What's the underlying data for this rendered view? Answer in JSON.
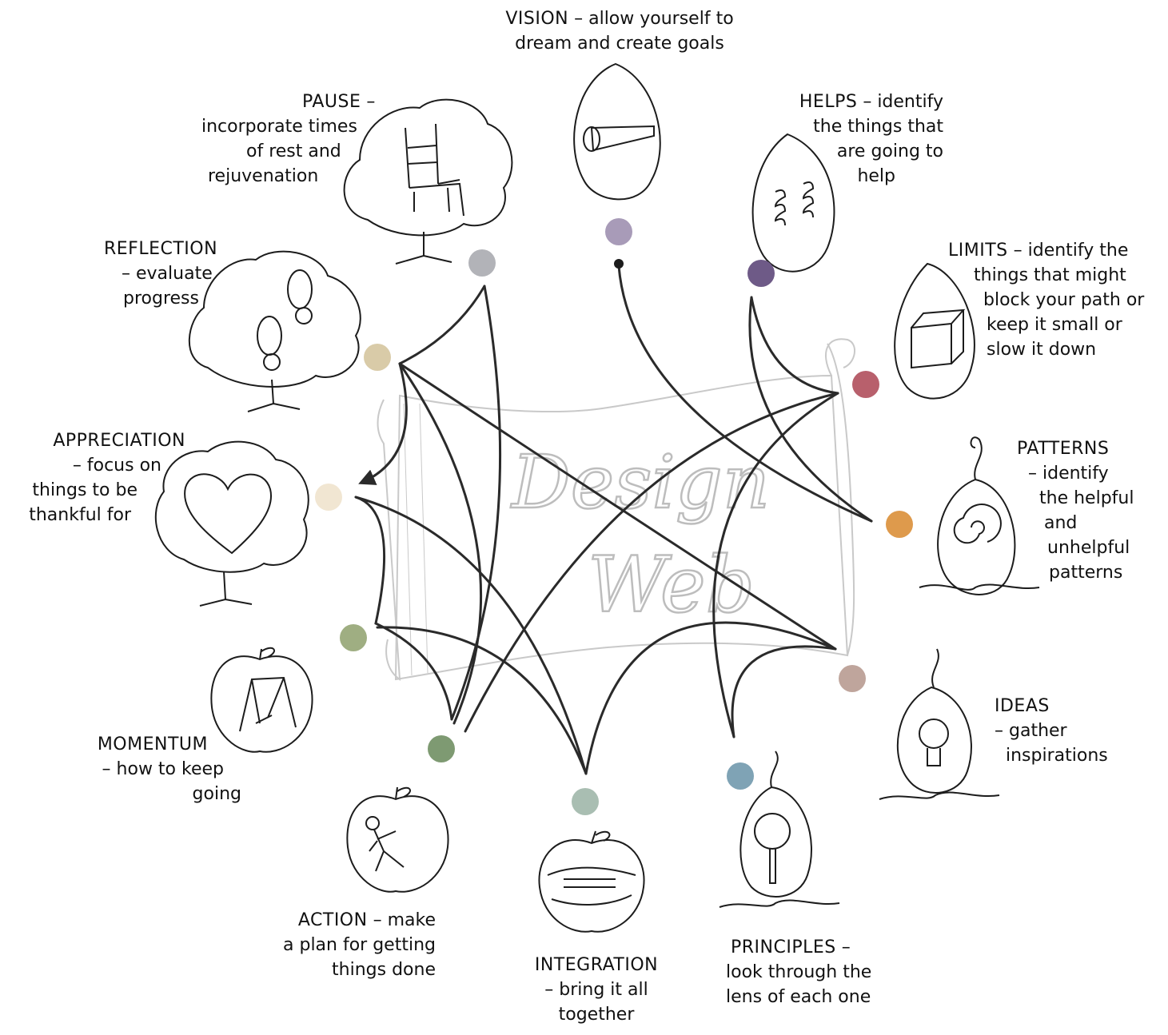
{
  "center": {
    "title_line1": "Design",
    "title_line2": "Web"
  },
  "nodes": [
    {
      "id": "vision",
      "color": "#a89bb8",
      "heading": "VISION",
      "lines": [
        "– allow yourself to",
        "dream and create goals"
      ],
      "icon": "telescope-icon"
    },
    {
      "id": "helps",
      "color": "#6e5a87",
      "heading": "HELPS",
      "lines": [
        "– identify",
        "the things that",
        "are going to",
        "help"
      ],
      "icon": "springs-icon"
    },
    {
      "id": "limits",
      "color": "#b8606c",
      "heading": "LIMITS",
      "lines": [
        "– identify the",
        "things that might",
        "block your path or",
        "keep it small or",
        "slow it down"
      ],
      "icon": "block-icon"
    },
    {
      "id": "patterns",
      "color": "#de9a4c",
      "heading": "PATTERNS",
      "lines": [
        "– identify",
        "the helpful",
        "and",
        "unhelpful",
        "patterns"
      ],
      "icon": "spiral-icon"
    },
    {
      "id": "ideas",
      "color": "#bfa59c",
      "heading": "IDEAS",
      "lines": [
        "– gather",
        "inspirations"
      ],
      "icon": "lightbulb-icon"
    },
    {
      "id": "principles",
      "color": "#7fa3b5",
      "heading": "PRINCIPLES",
      "lines": [
        "–",
        "look through the",
        "lens of each one"
      ],
      "icon": "magnifier-icon"
    },
    {
      "id": "integration",
      "color": "#a9beb2",
      "heading": "INTEGRATION",
      "lines": [
        "– bring it all",
        "together"
      ],
      "icon": "hands-icon"
    },
    {
      "id": "action",
      "color": "#7e9a72",
      "heading": "ACTION",
      "lines": [
        "– make",
        "a plan for getting",
        "things done"
      ],
      "icon": "running-figure-icon"
    },
    {
      "id": "momentum",
      "color": "#9fae82",
      "heading": "MOMENTUM",
      "lines": [
        "– how to keep",
        "going"
      ],
      "icon": "swing-icon"
    },
    {
      "id": "appreciation",
      "color": "#f1e6d2",
      "heading": "APPRECIATION",
      "lines": [
        "– focus on",
        "things to be",
        "thankful for"
      ],
      "icon": "heart-icon"
    },
    {
      "id": "reflection",
      "color": "#d9cba8",
      "heading": "REFLECTION",
      "lines": [
        "– evaluate",
        "progress"
      ],
      "icon": "footprints-icon"
    },
    {
      "id": "pause",
      "color": "#b2b3b8",
      "heading": "PAUSE",
      "lines": [
        "–",
        "incorporate times",
        "of rest and",
        "rejuvenation"
      ],
      "icon": "chair-icon"
    }
  ],
  "style": {
    "line_color": "#2a2a2a",
    "sketch_color": "#1c1c1c",
    "scroll_color": "#c9c9c9"
  }
}
